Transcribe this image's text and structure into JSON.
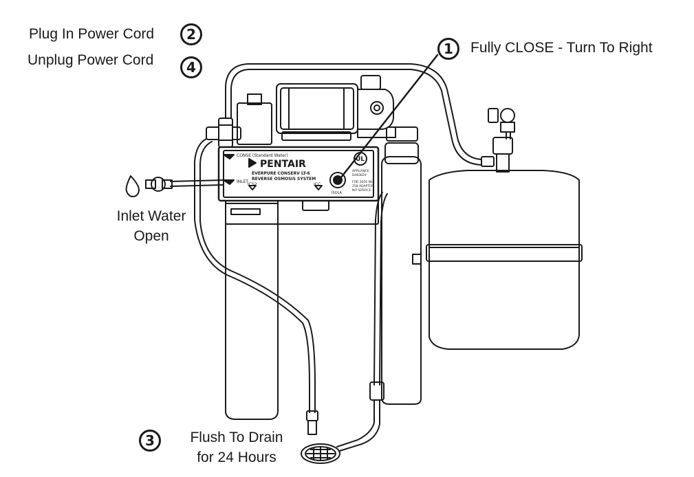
{
  "steps": [
    {
      "number": "1",
      "text": "Fully CLOSE - Turn To Right"
    },
    {
      "number": "2",
      "text": "Plug In Power Cord"
    },
    {
      "number": "3",
      "text": "Flush To Drain",
      "text_line2": "for 24 Hours"
    },
    {
      "number": "4",
      "text": "Unplug Power Cord"
    }
  ],
  "inlet": {
    "line1": "Inlet Water",
    "line2": "Open"
  },
  "panel": {
    "brand": "PENTAIR",
    "model_line1": "EVERPURE    CONSERV LT-6",
    "model_line2": "REVERSE OSMOSIS SYSTEM",
    "top_tag": "CONSE (Standard Water)",
    "left_tag": "INLET",
    "port_left": "ICS2",
    "port_right": "ICC",
    "knob_label": "ISOLA",
    "side_text_1": "APPLIANCE",
    "side_text_2": "D483829",
    "side_text_3": "FOR 2050 NSF",
    "side_text_4": "258 ADAPTER",
    "side_text_5": "NO SERVICE",
    "ul_mark": "UL"
  }
}
